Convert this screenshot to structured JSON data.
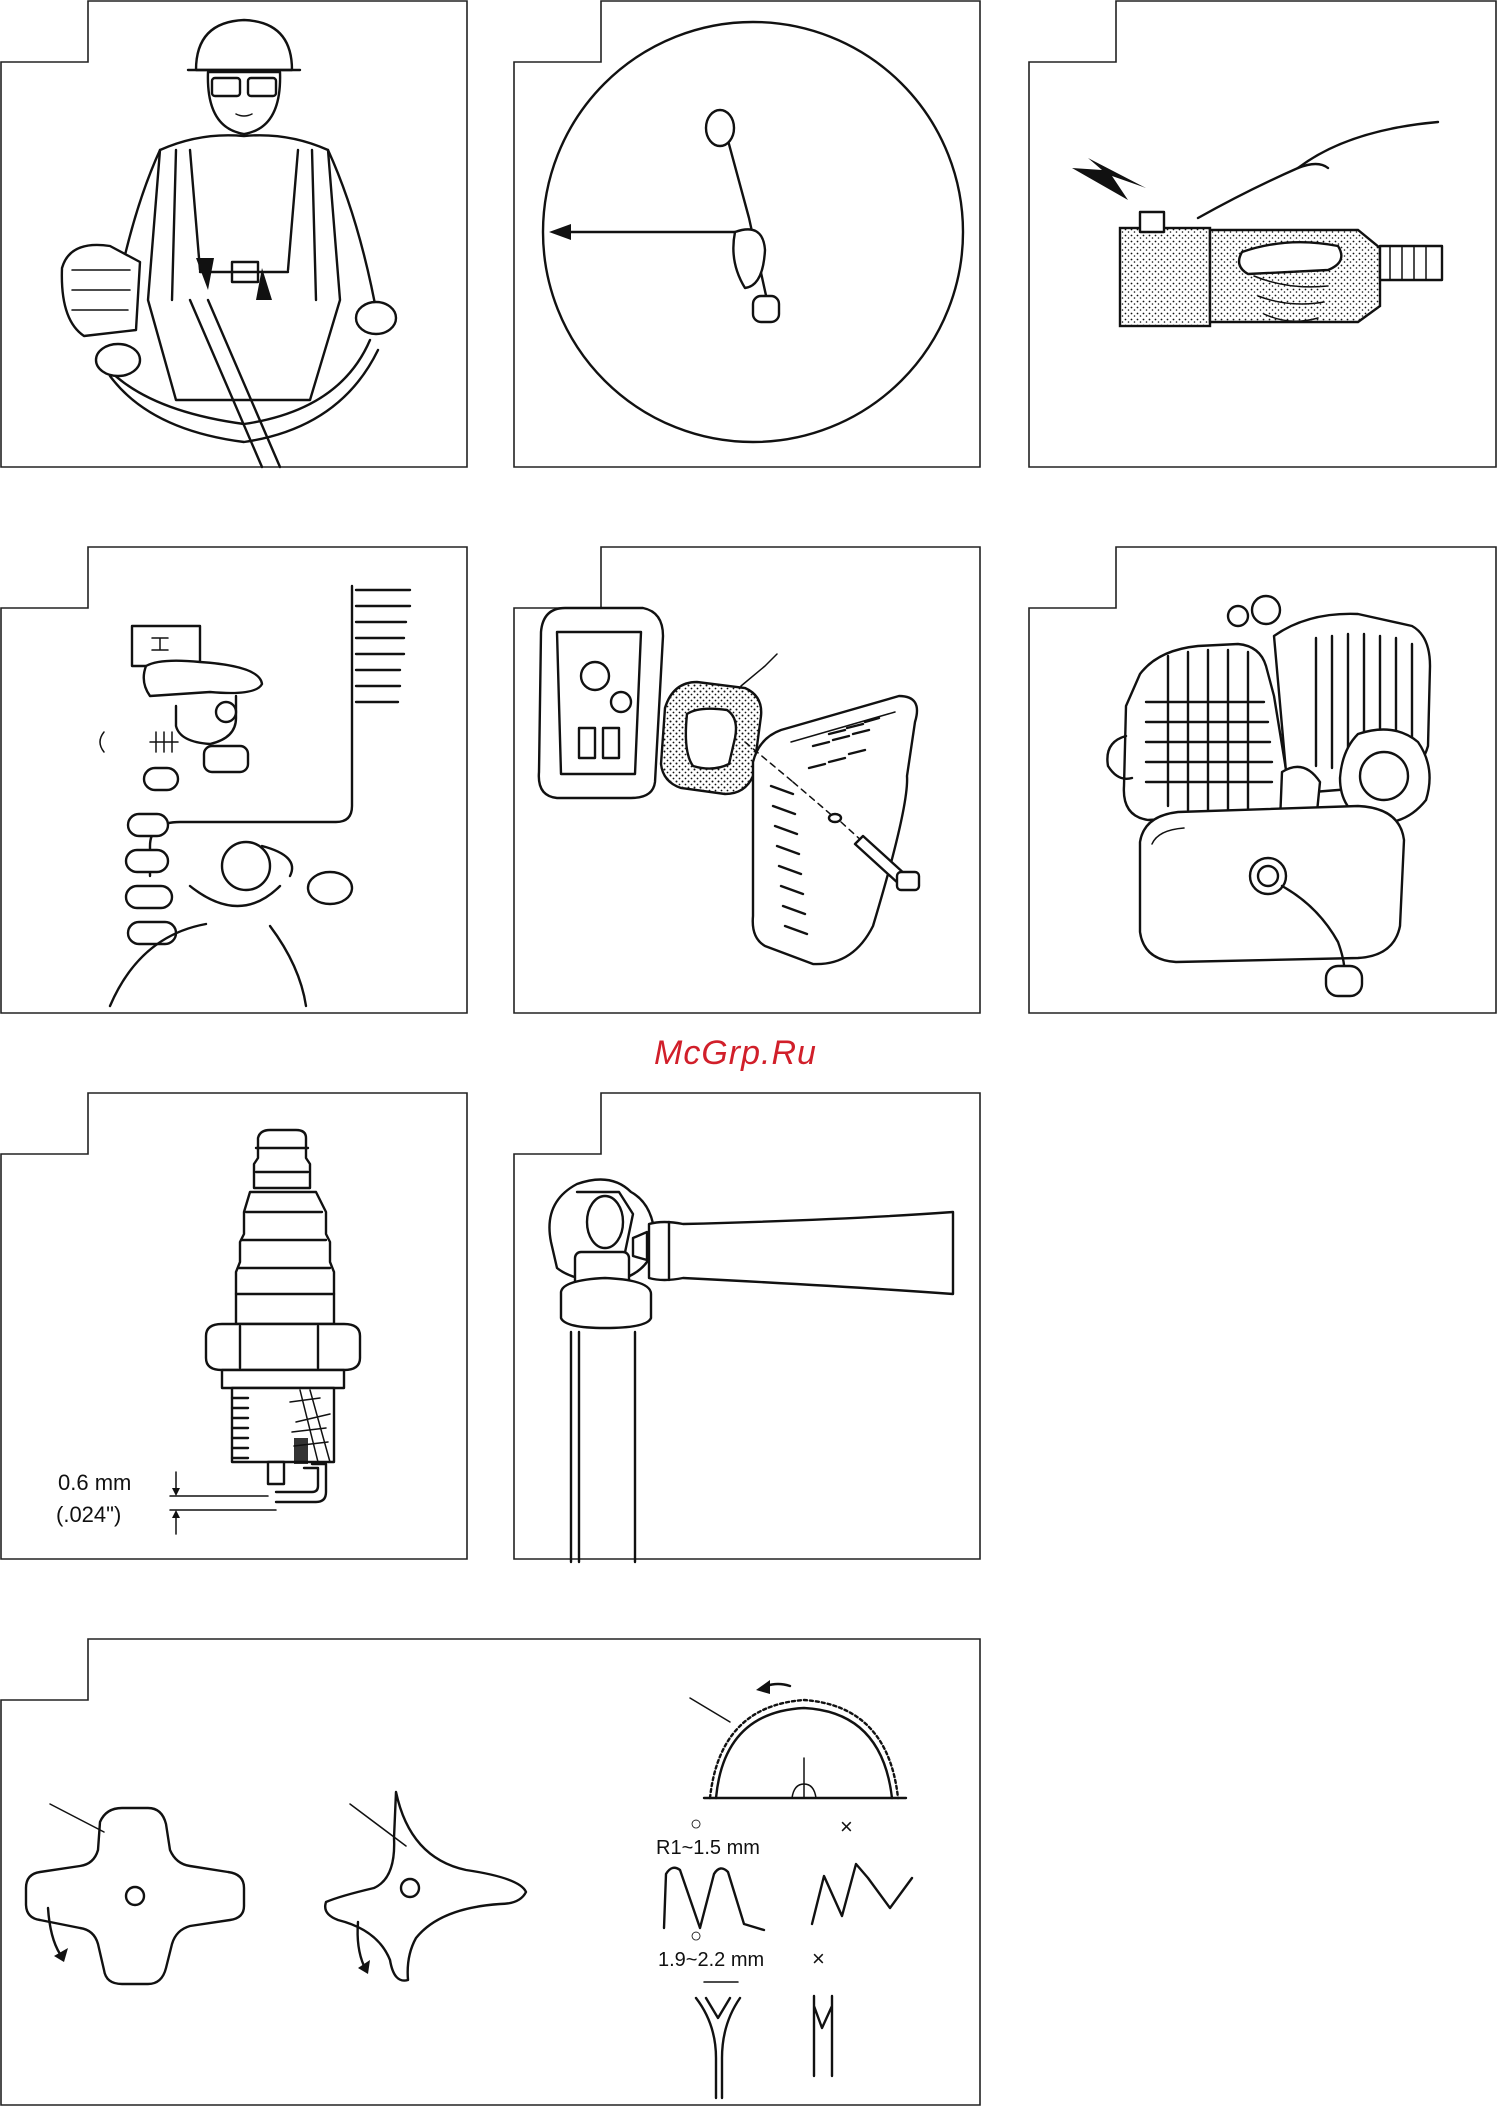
{
  "watermark": "McGrp.Ru",
  "spark_plug": {
    "gap_mm": "0.6 mm",
    "gap_in": "(.024\")"
  },
  "blade": {
    "good_mark": "○",
    "bad_mark": "×",
    "radius_label": "R1~1.5 mm",
    "depth_label": "1.9~2.2 mm"
  }
}
